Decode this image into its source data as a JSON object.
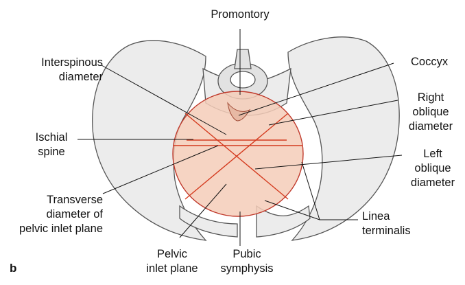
{
  "labels": {
    "promontory": "Promontory",
    "interspinous": [
      "Interspinous",
      "diameter"
    ],
    "coccyx": "Coccyx",
    "right_oblique": [
      "Right",
      "oblique",
      "diameter"
    ],
    "ischial_spine": [
      "Ischial",
      "spine"
    ],
    "left_oblique": [
      "Left",
      "oblique",
      "diameter"
    ],
    "transverse": [
      "Transverse",
      "diameter of",
      "pelvic inlet plane"
    ],
    "linea_terminalis": [
      "Linea",
      "terminalis"
    ],
    "pelvic_inlet_plane": [
      "Pelvic",
      "inlet plane"
    ],
    "pubic_symphysis": [
      "Pubic",
      "symphysis"
    ],
    "panel": "b"
  },
  "colors": {
    "bone_fill": "#ececec",
    "bone_stroke": "#555555",
    "inlet_fill": "#f5cdb8",
    "inlet_stroke": "#c0392b",
    "diameter_line": "#d43a1e",
    "leader_line": "#111111"
  }
}
